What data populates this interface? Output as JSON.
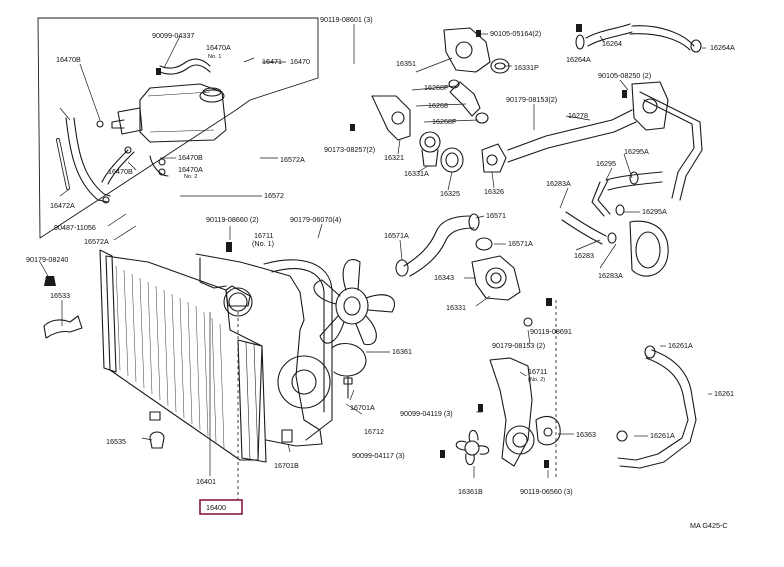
{
  "diagram": {
    "code": "MA G425-C",
    "highlighted_part": "16400",
    "labels": {
      "p16400": "16400",
      "p16401": "16401",
      "p16535": "16535",
      "p16533": "16533",
      "p90179_08240": "90179-08240",
      "p90487_11056": "90487-11056",
      "p16572A_a": "16572A",
      "p16572A_b": "16572A",
      "p16572": "16572",
      "p16472A": "16472A",
      "p16470B_a": "16470B",
      "p16470B_b": "16470B",
      "p16470A_no2": "16470A",
      "no2_a": "No. 2",
      "p16470A_no1": "16470A",
      "no1_a": "No. 1",
      "p16471": "16471",
      "p16470": "16470",
      "p90099_04337": "90099-04337",
      "p16470B_top": "16470B",
      "p90119_08601": "90119-08601 (3)",
      "p90119_08660": "90119-08660 (2)",
      "p16711": "16711",
      "no1_b": "(No. 1)",
      "p90179_06070": "90179-06070(4)",
      "p16351": "16351",
      "p90105_05164": "90105-05164(2)",
      "p16331P": "16331P",
      "p16268F_a": "16268F",
      "p16268": "16268",
      "p16268F_b": "16268F",
      "p90179_08153_a": "90179-08153(2)",
      "p90173_08257": "90173-08257(2)",
      "p16321": "16321",
      "p16331A": "16331A",
      "p16325": "16325",
      "p16326": "16326",
      "p16278": "16278",
      "p16264": "16264",
      "p16264A_a": "16264A",
      "p16264A_b": "16264A",
      "p90105_08250": "90105-08250 (2)",
      "p16295A_a": "16295A",
      "p16295": "16295",
      "p16283A_a": "16283A",
      "p16295A_b": "16295A",
      "p16283": "16283",
      "p16283A_b": "16283A",
      "p16571": "16571",
      "p16571A_a": "16571A",
      "p16571A_b": "16571A",
      "p16343": "16343",
      "p16331": "16331",
      "p90119_08691": "90119-08691",
      "p90179_08153_b": "90179-08153 (2)",
      "p16361": "16361",
      "p16711_no2": "16711",
      "no2_b": "(No. 2)",
      "p16701A": "16701A",
      "p16712": "16712",
      "p90099_04119": "90099-04119 (3)",
      "p16363": "16363",
      "p90099_04117": "90099-04117 (3)",
      "p16701B": "16701B",
      "p16361B": "16361B",
      "p90119_06560": "90119-06560 (3)",
      "p16261A_a": "16261A",
      "p16261": "16261",
      "p16261A_b": "16261A"
    }
  }
}
